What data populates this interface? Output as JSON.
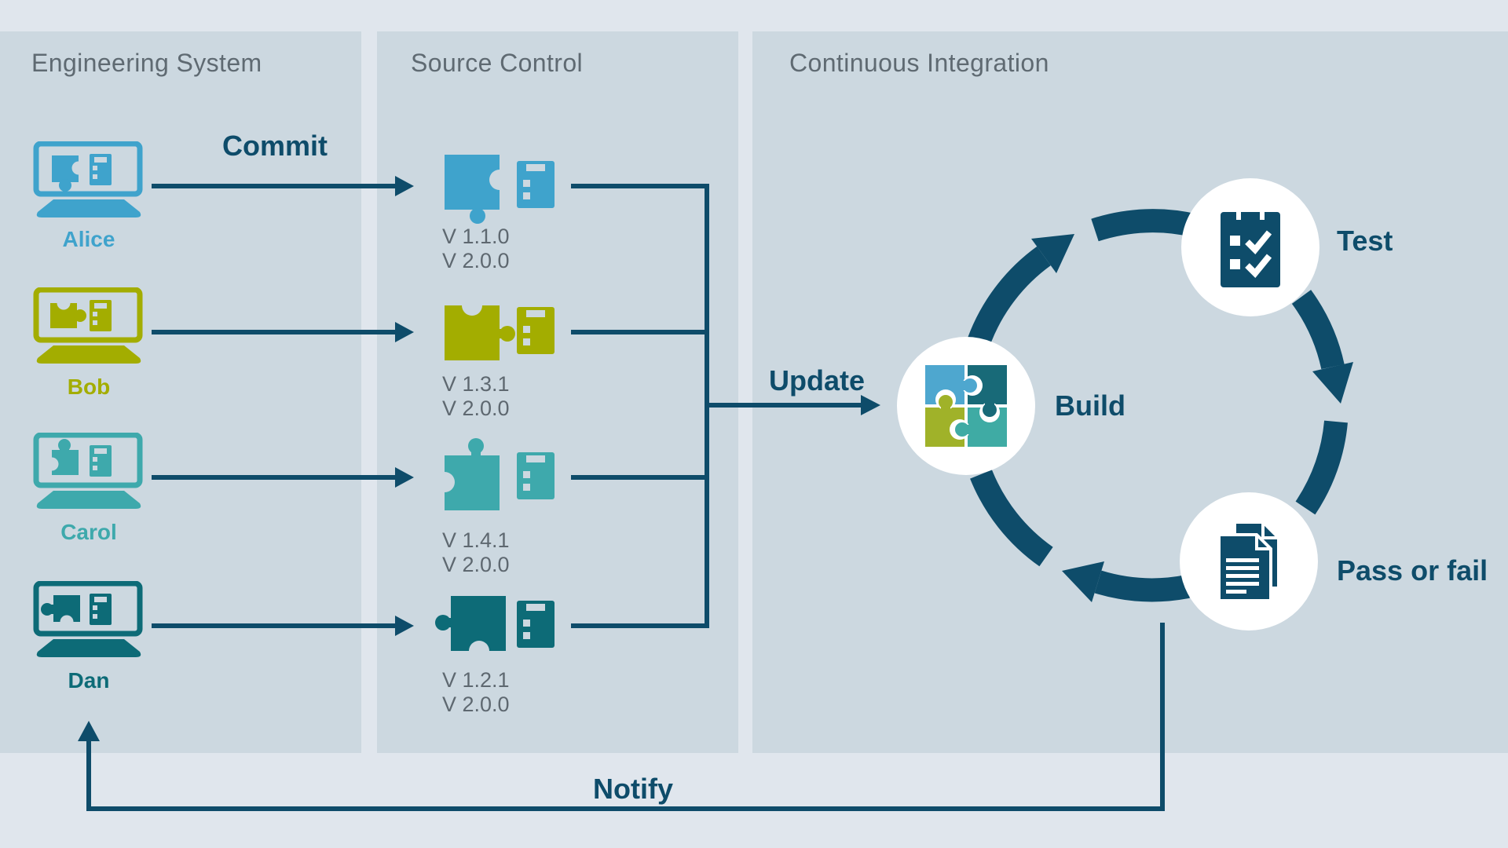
{
  "panels": {
    "engineering": {
      "title": "Engineering System"
    },
    "source": {
      "title": "Source Control"
    },
    "ci": {
      "title": "Continuous Integration"
    }
  },
  "flow_labels": {
    "commit": "Commit",
    "update": "Update",
    "notify": "Notify"
  },
  "developers": [
    {
      "name": "Alice",
      "color": "#3FA3CC",
      "versions": [
        "V 1.1.0",
        "V 2.0.0"
      ]
    },
    {
      "name": "Bob",
      "color": "#A3AD00",
      "versions": [
        "V 1.3.1",
        "V 2.0.0"
      ]
    },
    {
      "name": "Carol",
      "color": "#3EA9AC",
      "versions": [
        "V 1.4.1",
        "V 2.0.0"
      ]
    },
    {
      "name": "Dan",
      "color": "#0D6B77",
      "versions": [
        "V 1.2.1",
        "V 2.0.0"
      ]
    }
  ],
  "ci_cycle": {
    "steps": [
      {
        "label": "Build",
        "icon": "puzzle-4-icon"
      },
      {
        "label": "Test",
        "icon": "clipboard-check-icon"
      },
      {
        "label": "Pass or fail",
        "icon": "documents-icon"
      }
    ]
  },
  "icons": {
    "developer_workstation": "laptop-icon",
    "component": "puzzle-piece-icon",
    "task_list": "clipboard-icon",
    "build": "puzzle-4-icon",
    "test": "clipboard-check-icon",
    "result": "documents-icon"
  },
  "colors": {
    "background": "#E0E6ED",
    "panel": "#CCD8E0",
    "navy": "#0E4C6A",
    "heading": "#5F6A72",
    "version_text": "#5E6870",
    "build_puzzle": {
      "top_left": "#4EA7CF",
      "top_right": "#186A78",
      "bottom_left": "#A0B229",
      "bottom_right": "#3FABA4"
    }
  }
}
